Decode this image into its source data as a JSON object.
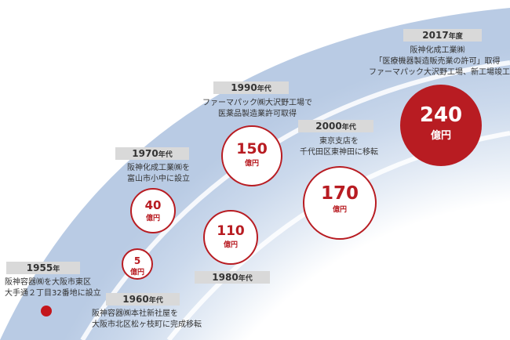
{
  "events": {
    "e1955": {
      "year": "1955",
      "suffix": "年",
      "desc": [
        "阪神容器㈱を大阪市東区",
        "大手通２丁目32番地に設立"
      ]
    },
    "e1960": {
      "year": "1960",
      "suffix": "年代",
      "desc": [
        "阪神容器㈱本社新社屋を",
        "大阪市北区松ヶ枝町に完成移転"
      ],
      "revenue": "5",
      "unit": "億円"
    },
    "e1970": {
      "year": "1970",
      "suffix": "年代",
      "desc": [
        "阪神化成工業㈱を",
        "富山市小中に設立"
      ],
      "revenue": "40",
      "unit": "億円"
    },
    "e1980": {
      "year": "1980",
      "suffix": "年代",
      "revenue": "110",
      "unit": "億円"
    },
    "e1990": {
      "year": "1990",
      "suffix": "年代",
      "desc": [
        "ファーマパック㈱大沢野工場で",
        "医薬品製造業許可取得"
      ],
      "revenue": "150",
      "unit": "億円"
    },
    "e2000": {
      "year": "2000",
      "suffix": "年代",
      "desc": [
        "東京支店を",
        "千代田区東神田に移転"
      ],
      "revenue": "170",
      "unit": "億円"
    },
    "e2017": {
      "year": "2017",
      "suffix": "年度",
      "desc": [
        "阪神化成工業㈱",
        "「医療機器製造販売業の許可」取得",
        "ファーマパック大沢野工場、新工場竣工"
      ],
      "revenue": "240",
      "unit": "億円"
    }
  },
  "colors": {
    "accent": "#b81c22",
    "band_light": "#eef3fa",
    "band_dark": "#c2d3ea",
    "label_bg": "#d9d9d9"
  }
}
